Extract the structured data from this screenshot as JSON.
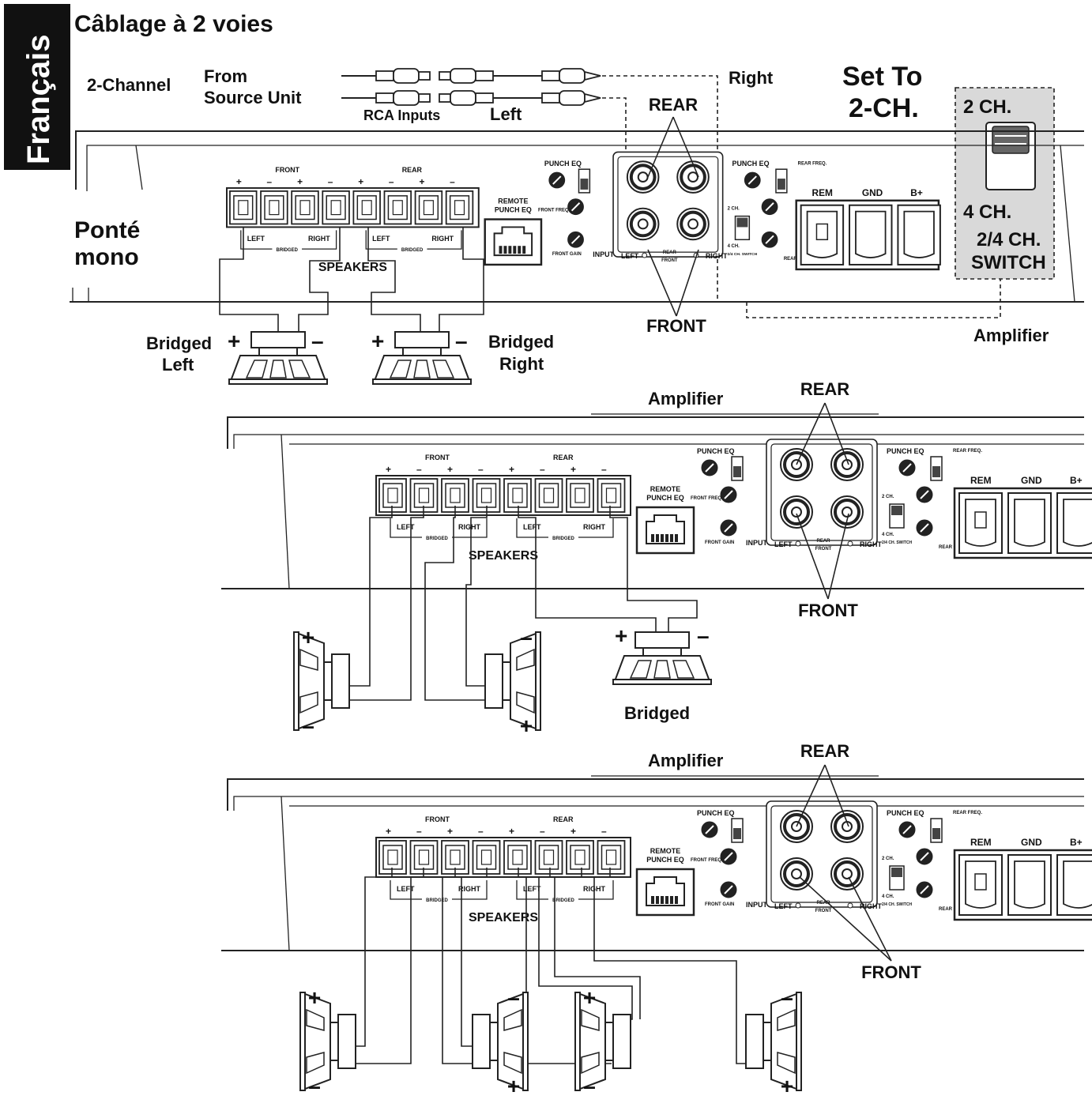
{
  "side_tab": "Français",
  "heading": "Câblage à 2 voies",
  "top": {
    "channel_label": "2-Channel",
    "source_line1": "From",
    "source_line2": "Source Unit",
    "rca_inputs": "RCA Inputs",
    "left": "Left",
    "right": "Right",
    "set_to_line1": "Set To",
    "set_to_line2": "2-CH.",
    "switch_2ch": "2 CH.",
    "switch_4ch": "4 CH.",
    "switch_name_line1": "2/4 CH.",
    "switch_name_line2": "SWITCH",
    "amplifier": "Amplifier",
    "bridge_mono_line1": "Ponté",
    "bridge_mono_line2": "mono",
    "bridged_left_line1": "Bridged",
    "bridged_left_line2": "Left",
    "bridged_right_line1": "Bridged",
    "bridged_right_line2": "Right",
    "plus": "+",
    "minus": "–"
  },
  "amp": {
    "front": "FRONT",
    "rear": "REAR",
    "left": "LEFT",
    "right": "RIGHT",
    "bridged": "BRIDGED",
    "speakers": "SPEAKERS",
    "remote_line1": "REMOTE",
    "remote_line2": "PUNCH EQ",
    "punch_eq": "PUNCH EQ",
    "rear_freq": "REAR FREQ.",
    "front_freq": "FRONT FREQ.",
    "front_gain": "FRONT GAIN",
    "rear_gain": "REAR GAIN",
    "input": "INPUT",
    "rem": "REM",
    "gnd": "GND",
    "bplus": "B+",
    "sw_2ch": "2 CH.",
    "sw_4ch": "4 CH.",
    "sw_name": "2/4 CH. SWITCH",
    "in_front": "FRONT",
    "in_rear": "REAR"
  },
  "middle": {
    "amplifier": "Amplifier",
    "rear": "REAR",
    "front": "FRONT",
    "bridged": "Bridged"
  },
  "bottom": {
    "amplifier": "Amplifier",
    "rear": "REAR",
    "front": "FRONT"
  }
}
